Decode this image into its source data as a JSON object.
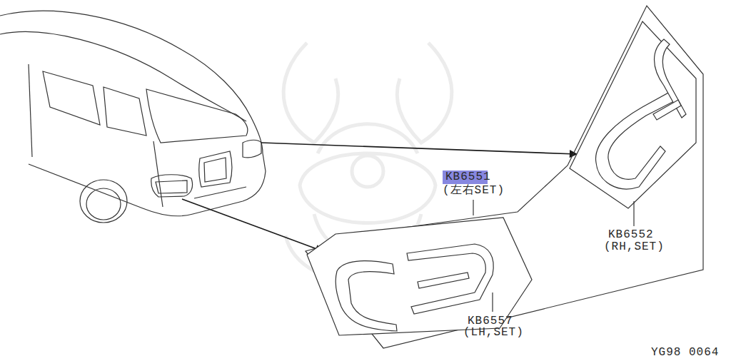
{
  "diagram": {
    "labels": [
      "KB6551",
      "(左右SET)",
      "KB6552",
      "(RH,SET)",
      "KB6557",
      "(LH,SET)",
      "YG98 0064"
    ]
  }
}
